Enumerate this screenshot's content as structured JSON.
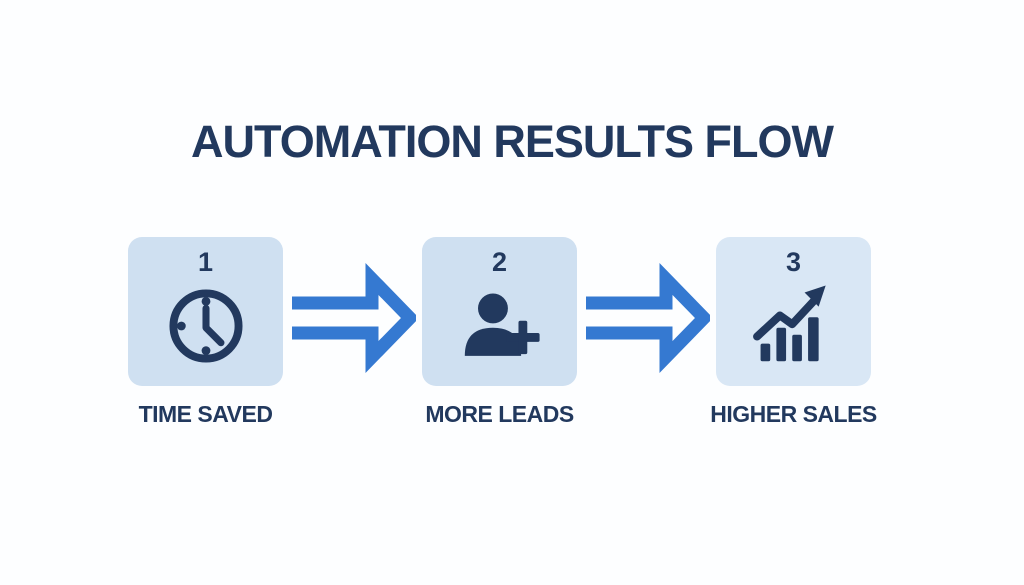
{
  "title": "AUTOMATION RESULTS FLOW",
  "steps": [
    {
      "number": "1",
      "label": "TIME SAVED",
      "icon": "clock-icon"
    },
    {
      "number": "2",
      "label": "MORE LEADS",
      "icon": "add-user-icon"
    },
    {
      "number": "3",
      "label": "HIGHER SALES",
      "icon": "growth-chart-icon"
    }
  ],
  "connector_icon": "right-arrow-icon",
  "colors": {
    "background": "#fdfeff",
    "box_fill": "#cfe0f1",
    "box_fill_step3": "#d9e7f5",
    "text_navy": "#22395e",
    "arrow_blue": "#3579d1"
  }
}
